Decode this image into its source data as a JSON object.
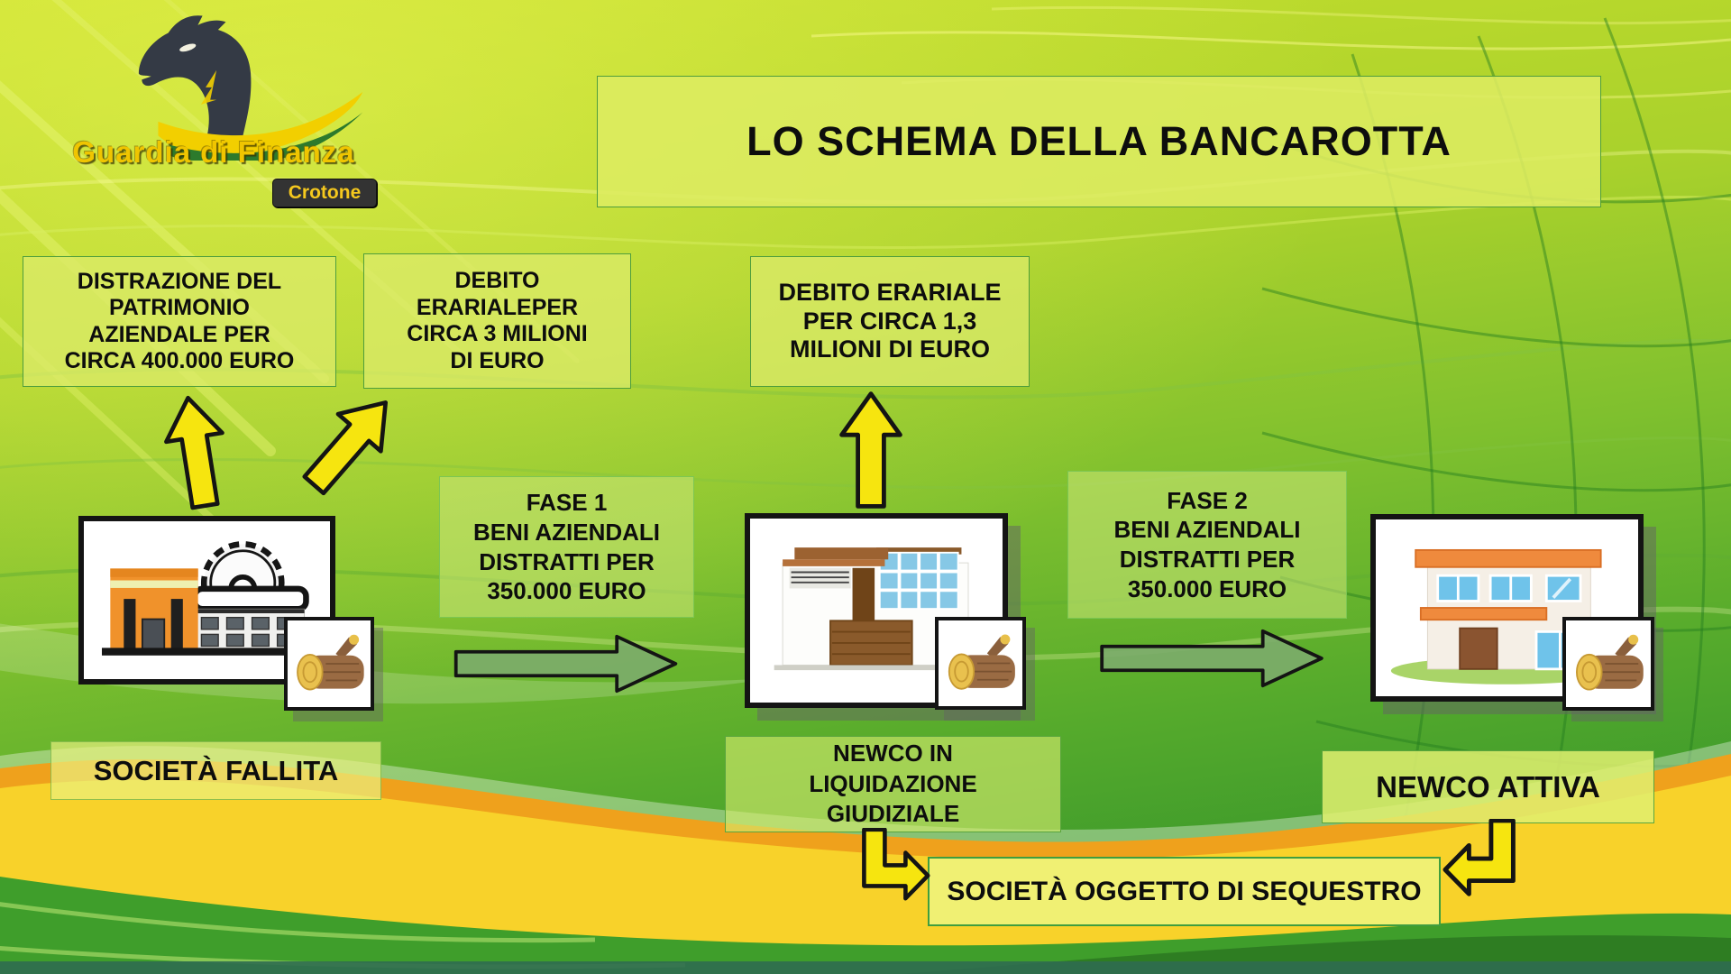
{
  "logo": {
    "brand": "Guardia di Finanza",
    "unit": "Crotone"
  },
  "title": "LO SCHEMA DELLA BANCAROTTA",
  "callouts": {
    "distrazione": "DISTRAZIONE DEL\nPATRIMONIO\nAZIENDALE PER\nCIRCA 400.000 EURO",
    "debito_erariale_1": "DEBITO\nERARIALEPER\nCIRCA 3 MILIONI\nDI EURO",
    "debito_erariale_2": "DEBITO ERARIALE\nPER CIRCA 1,3\nMILIONI DI EURO"
  },
  "fasi": {
    "fase1": "FASE 1\nBENI AZIENDALI\nDISTRATTI PER\n350.000 EURO",
    "fase2": "FASE 2\nBENI AZIENDALI\nDISTRATTI PER\n350.000 EURO"
  },
  "entities": {
    "societa_fallita": "SOCIETÀ FALLITA",
    "newco_liquidazione": "NEWCO IN\nLIQUIDAZIONE\nGIUDIZIALE",
    "newco_attiva": "NEWCO ATTIVA",
    "societa_sequestro": "SOCIETÀ OGGETTO DI SEQUESTRO"
  },
  "colors": {
    "arrow_yellow": "#f6e50f",
    "arrow_green": "#7cac6c",
    "box_fill": "#dbeb68",
    "box_border": "#4f9e3c",
    "brand_yellow": "#f0c500",
    "bg_top": "#c8df2b",
    "bg_bottom": "#3f9b2b",
    "wave_yellow": "#f8d22a",
    "wave_orange": "#efa11c"
  }
}
